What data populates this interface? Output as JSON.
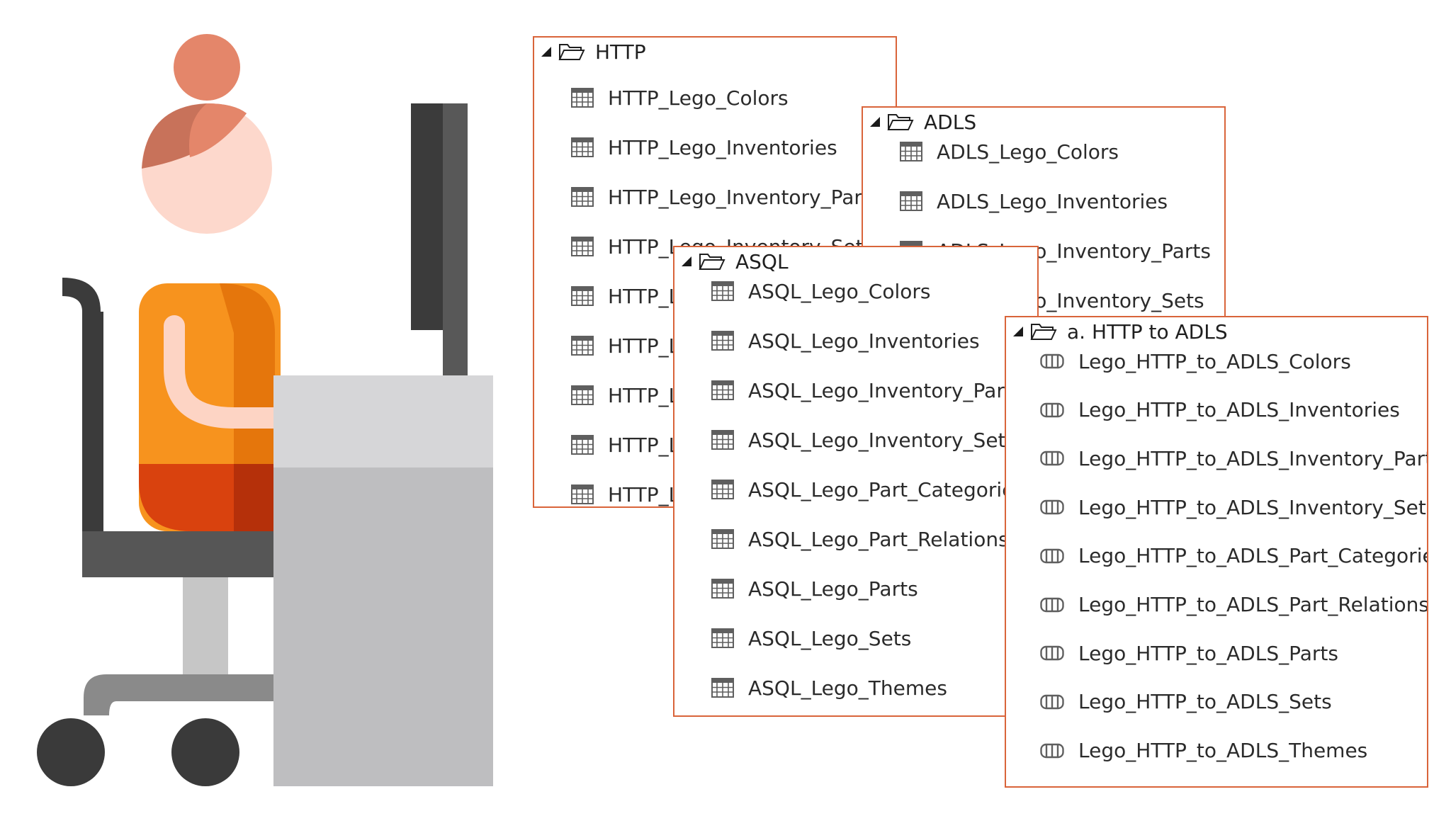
{
  "panels": {
    "http": {
      "header": "HTTP",
      "items": [
        "HTTP_Lego_Colors",
        "HTTP_Lego_Inventories",
        "HTTP_Lego_Inventory_Parts",
        "HTTP_Lego_Inventory_Sets",
        "HTTP_L",
        "HTTP_L",
        "HTTP_L",
        "HTTP_L",
        "HTTP_L"
      ]
    },
    "adls": {
      "header": "ADLS",
      "items": [
        "ADLS_Lego_Colors",
        "ADLS_Lego_Inventories",
        "ADLS_Lego_Inventory_Parts",
        "ADLS_Lego_Inventory_Sets"
      ]
    },
    "asql": {
      "header": "ASQL",
      "items": [
        "ASQL_Lego_Colors",
        "ASQL_Lego_Inventories",
        "ASQL_Lego_Inventory_Parts",
        "ASQL_Lego_Inventory_Sets",
        "ASQL_Lego_Part_Categories",
        "ASQL_Lego_Part_Relationships",
        "ASQL_Lego_Parts",
        "ASQL_Lego_Sets",
        "ASQL_Lego_Themes"
      ]
    },
    "pipelines": {
      "header": "a. HTTP to ADLS",
      "items": [
        "Lego_HTTP_to_ADLS_Colors",
        "Lego_HTTP_to_ADLS_Inventories",
        "Lego_HTTP_to_ADLS_Inventory_Parts",
        "Lego_HTTP_to_ADLS_Inventory_Sets",
        "Lego_HTTP_to_ADLS_Part_Categories",
        "Lego_HTTP_to_ADLS_Part_Relationships",
        "Lego_HTTP_to_ADLS_Parts",
        "Lego_HTTP_to_ADLS_Sets",
        "Lego_HTTP_to_ADLS_Themes"
      ]
    }
  },
  "icons": {
    "folder": "folder-open-icon",
    "dataset": "table-grid-icon",
    "pipeline": "pipeline-icon",
    "expand": "caret-expanded-icon"
  },
  "colors": {
    "panel_border": "#d9643a",
    "text": "#2b2b2b",
    "icon": "#5f5f5f"
  }
}
